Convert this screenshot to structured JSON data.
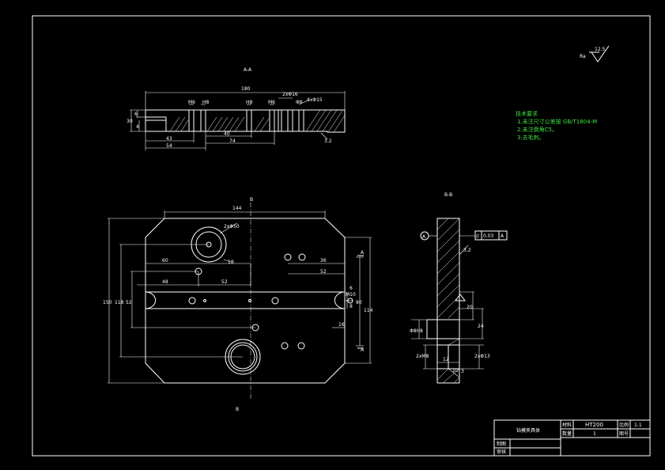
{
  "section_labels": {
    "aa": "A-A",
    "bb": "B-B",
    "view_b_top": "B",
    "view_b_bottom": "B",
    "view_a_top": "A",
    "view_a_bottom": "A",
    "datum_a": "A"
  },
  "surface_finish": {
    "text": "Ra",
    "value": "12.5"
  },
  "notes": {
    "title": "技术要求",
    "lines": [
      "1.未注尺寸公差按 GB/T1804-M",
      "2.未注倒角C5。",
      "3.去毛刺。"
    ]
  },
  "section_dims": {
    "overall": "180",
    "m6a": "M6",
    "m6b": "M6",
    "h8a": "H8",
    "h8b": "H8",
    "phi16": "2xΦ16",
    "phi15": "4xΦ15",
    "phi8": "Φ8",
    "height": "30",
    "d43": "43",
    "d54": "54",
    "d40": "40",
    "d74": "74",
    "ra32": "3.2",
    "s6": "6",
    "s4": "4"
  },
  "plan_dims": {
    "d144": "144",
    "phi50": "2xΦ50",
    "d60": "60",
    "d36": "36",
    "d52a": "52",
    "d48": "48",
    "d52b": "52",
    "d150": "150",
    "d118": "118",
    "d52c": "52",
    "d80": "80",
    "d114": "114",
    "d6": "6",
    "d16": "16",
    "m10": "M10",
    "d8": "8",
    "d18": "18"
  },
  "bb_dims": {
    "tol_symbol": "//",
    "tol_value": "0.03",
    "tol_datum": "A",
    "ra32": "3.2",
    "d20": "20",
    "dH8": "Φ8H8",
    "dM8": "2xM8",
    "d10": "10",
    "d24": "24",
    "d2xphi": "2xΦ13",
    "d12": "12",
    "d3": "3"
  },
  "title_block": {
    "part_name": "钻模夹具体",
    "material_label": "材料",
    "material": "HT200",
    "scale_label": "比例",
    "scale": "1:1",
    "qty_label": "数量",
    "qty": "1",
    "drawing_label": "图号",
    "design_label": "制图",
    "review_label": "审核"
  }
}
